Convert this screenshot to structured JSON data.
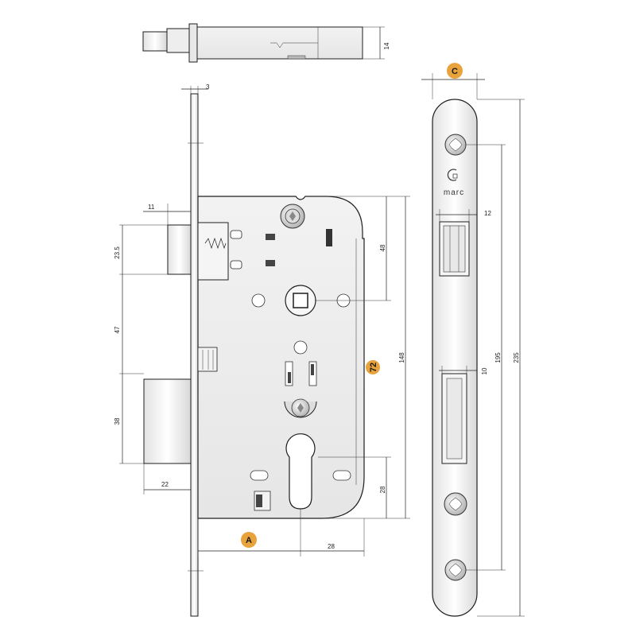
{
  "brand": {
    "name": "marc"
  },
  "badges": {
    "a": "A",
    "c": "C",
    "backset_value": "72"
  },
  "dims": {
    "top_thickness": "14",
    "faceplate_thickness": "3",
    "latch_projection": "11",
    "latch_height": "23.5",
    "latch_to_spindle": "47",
    "deadbolt_height": "38",
    "deadbolt_projection": "22",
    "top_to_spindle": "48",
    "case_height": "148",
    "spindle_to_cylinder": "28",
    "cylinder_offset": "28",
    "strike_width": "12",
    "screw_spacing": "195",
    "faceplate_length": "235",
    "bolt_hole_width": "10"
  },
  "colors": {
    "badge_fill": "#e8a33c",
    "metal_light": "#f3f3f3",
    "metal_mid": "#d9d9d9",
    "outline": "#1e1e1e"
  }
}
